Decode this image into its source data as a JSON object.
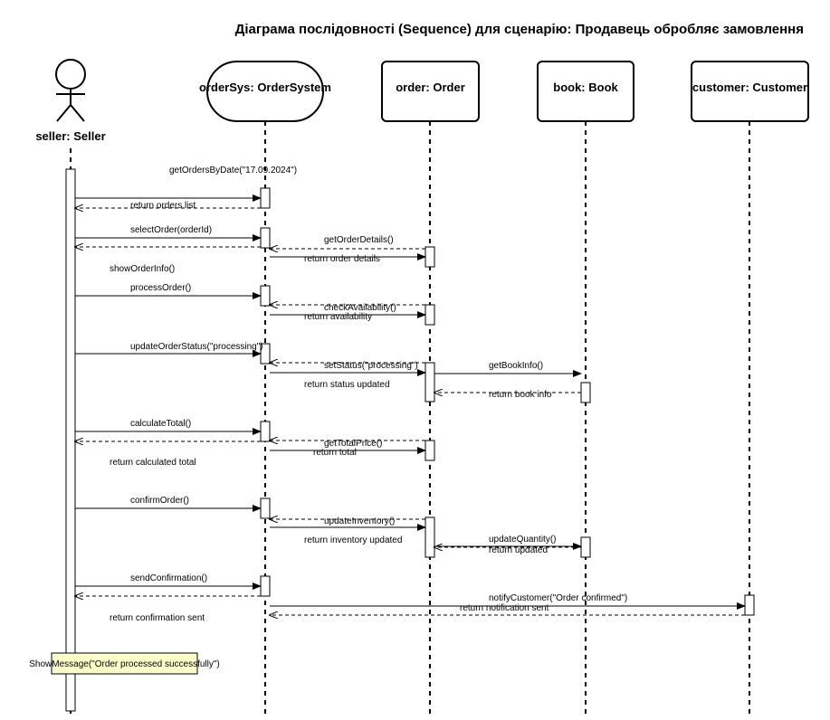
{
  "title": "Діаграма послідовності (Sequence) для сценарію: Продавець обробляє замовлення",
  "participants": [
    {
      "id": "seller",
      "label": "seller: Seller",
      "kind": "actor"
    },
    {
      "id": "orderSys",
      "label": "orderSys: OrderSystem",
      "kind": "control"
    },
    {
      "id": "order",
      "label": "order: Order",
      "kind": "object"
    },
    {
      "id": "book",
      "label": "book: Book",
      "kind": "object"
    },
    {
      "id": "customer",
      "label": "customer: Customer",
      "kind": "object"
    }
  ],
  "messages": [
    {
      "from": "seller",
      "to": "orderSys",
      "label": "getOrdersByDate(\"17.09.2024\")",
      "type": "call"
    },
    {
      "from": "orderSys",
      "to": "seller",
      "label": "return orders list",
      "type": "return"
    },
    {
      "from": "seller",
      "to": "orderSys",
      "label": "selectOrder(orderId)",
      "type": "call"
    },
    {
      "from": "orderSys",
      "to": "order",
      "label": "getOrderDetails()",
      "type": "call"
    },
    {
      "from": "order",
      "to": "orderSys",
      "label": "return order details",
      "type": "return"
    },
    {
      "from": "orderSys",
      "to": "seller",
      "label": "showOrderInfo()",
      "type": "return"
    },
    {
      "from": "seller",
      "to": "orderSys",
      "label": "processOrder()",
      "type": "call"
    },
    {
      "from": "orderSys",
      "to": "order",
      "label": "checkAvailability()",
      "type": "call"
    },
    {
      "from": "order",
      "to": "orderSys",
      "label": "return availability",
      "type": "return"
    },
    {
      "from": "seller",
      "to": "orderSys",
      "label": "updateOrderStatus(\"processing\")",
      "type": "call"
    },
    {
      "from": "orderSys",
      "to": "order",
      "label": "setStatus(\"processing\")",
      "type": "call"
    },
    {
      "from": "order",
      "to": "book",
      "label": "getBookInfo()",
      "type": "call"
    },
    {
      "from": "book",
      "to": "order",
      "label": "return book info",
      "type": "return"
    },
    {
      "from": "order",
      "to": "orderSys",
      "label": "return status updated",
      "type": "return"
    },
    {
      "from": "seller",
      "to": "orderSys",
      "label": "calculateTotal()",
      "type": "call"
    },
    {
      "from": "orderSys",
      "to": "order",
      "label": "getTotalPrice()",
      "type": "call"
    },
    {
      "from": "order",
      "to": "orderSys",
      "label": "return total",
      "type": "return"
    },
    {
      "from": "orderSys",
      "to": "seller",
      "label": "return calculated total",
      "type": "return"
    },
    {
      "from": "seller",
      "to": "orderSys",
      "label": "confirmOrder()",
      "type": "call"
    },
    {
      "from": "orderSys",
      "to": "order",
      "label": "updateInventory()",
      "type": "call"
    },
    {
      "from": "order",
      "to": "book",
      "label": "updateQuantity()",
      "type": "call"
    },
    {
      "from": "book",
      "to": "order",
      "label": "return updated",
      "type": "return"
    },
    {
      "from": "order",
      "to": "orderSys",
      "label": "return inventory updated",
      "type": "return"
    },
    {
      "from": "seller",
      "to": "orderSys",
      "label": "sendConfirmation()",
      "type": "call"
    },
    {
      "from": "orderSys",
      "to": "customer",
      "label": "notifyCustomer(\"Order confirmed\")",
      "type": "call"
    },
    {
      "from": "customer",
      "to": "orderSys",
      "label": "return notification sent",
      "type": "return"
    },
    {
      "from": "orderSys",
      "to": "seller",
      "label": "return confirmation sent",
      "type": "return"
    }
  ],
  "note": {
    "label": "ShowMessage(\"Order processed successfully\")"
  },
  "colors": {
    "note_fill": "#ffffcc",
    "line": "#000000"
  }
}
